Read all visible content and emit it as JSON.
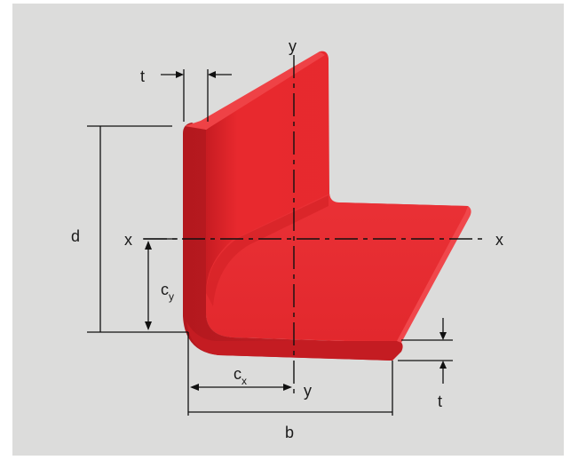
{
  "labels": {
    "t_top": "t",
    "t_right": "t",
    "d": "d",
    "b": "b",
    "x_left": "x",
    "x_right": "x",
    "y_top": "y",
    "y_bottom": "y",
    "cx_main": "c",
    "cx_sub": "x",
    "cy_main": "c",
    "cy_sub": "y"
  },
  "colors": {
    "background": "#dcdcdb",
    "angle_front": "#e7262b",
    "angle_shade": "#b81a20",
    "angle_light": "#ee3a3e",
    "lines": "#111111"
  }
}
